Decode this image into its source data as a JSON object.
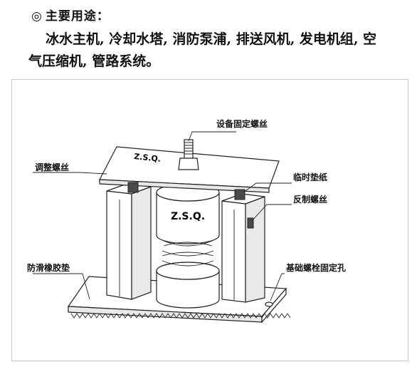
{
  "section": {
    "marker": "◎",
    "heading": "主要用途：",
    "description": "冰水主机, 冷却水塔, 消防泵浦, 排送风机, 发电机组, 空气压缩机, 管路系统。"
  },
  "diagram": {
    "body_marking": "Z.S.Q.",
    "top_marking": "Z.S.Q.",
    "labels": {
      "equipment_screw": "设备固定螺丝",
      "adjust_screw": "调整螺丝",
      "temp_paper": "临时垫纸",
      "reverse_screw": "反制螺丝",
      "rubber_pad": "防滑橡胶垫",
      "base_hole": "基础螺栓固定孔"
    }
  }
}
